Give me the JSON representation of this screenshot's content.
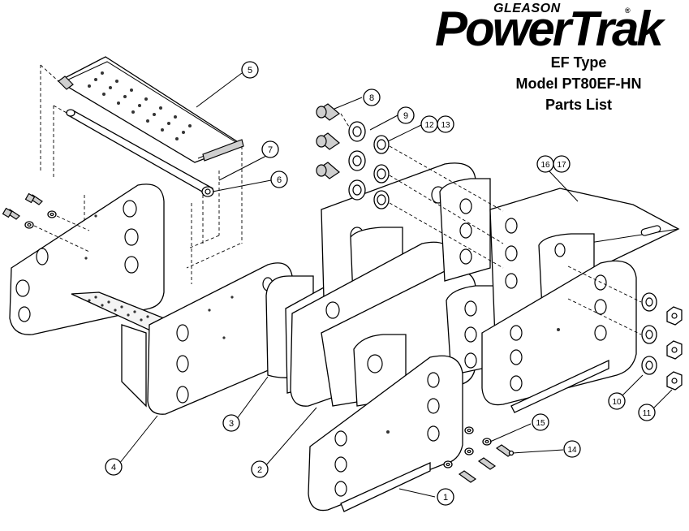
{
  "brand": {
    "maker": "GLEASON",
    "product": "PowerTrak",
    "registered_mark": "®"
  },
  "title": {
    "line1": "EF Type",
    "line2": "Model PT80EF-HN",
    "line3": "Parts List"
  },
  "callouts": [
    {
      "id": "c1",
      "label": "1"
    },
    {
      "id": "c2",
      "label": "2"
    },
    {
      "id": "c3",
      "label": "3"
    },
    {
      "id": "c4",
      "label": "4"
    },
    {
      "id": "c5",
      "label": "5"
    },
    {
      "id": "c6",
      "label": "6"
    },
    {
      "id": "c7",
      "label": "7"
    },
    {
      "id": "c8",
      "label": "8"
    },
    {
      "id": "c9",
      "label": "9"
    },
    {
      "id": "c10",
      "label": "10"
    },
    {
      "id": "c11",
      "label": "11"
    },
    {
      "id": "c12",
      "label": "12"
    },
    {
      "id": "c13",
      "label": "13"
    },
    {
      "id": "c14",
      "label": "14"
    },
    {
      "id": "c15",
      "label": "15"
    },
    {
      "id": "c16",
      "label": "16"
    },
    {
      "id": "c17",
      "label": "17"
    }
  ]
}
